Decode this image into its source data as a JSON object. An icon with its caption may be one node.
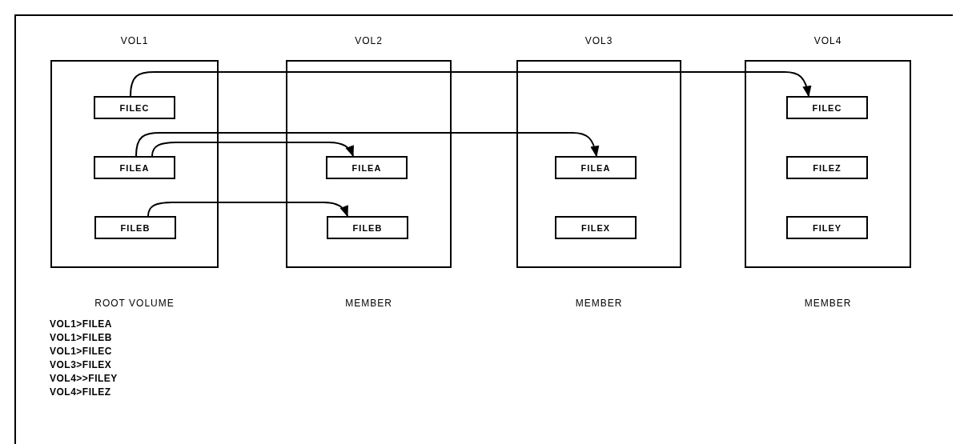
{
  "diagram": {
    "nodes": [
      {
        "text": [
          "VOL1"
        ],
        "beside": [
          "ROOT VOLUME"
        ]
      },
      {
        "text": [
          "FILEC"
        ],
        "in": 0
      },
      {
        "text": [
          "FILEA"
        ],
        "in": 0
      },
      {
        "text": [
          "FILEB"
        ],
        "in": 0
      },
      {
        "text": [
          "VOL2"
        ],
        "beside": [
          "MEMBER"
        ]
      },
      {
        "text": [
          "FILEA"
        ],
        "in": 4
      },
      {
        "text": [
          "FILEB"
        ],
        "in": 4
      },
      {
        "text": [
          "VOL3"
        ],
        "beside": [
          "MEMBER"
        ]
      },
      {
        "text": [
          "FILEA"
        ],
        "in": 7
      },
      {
        "text": [
          "FILEX"
        ],
        "in": 7
      },
      {
        "text": [
          "VOL4"
        ],
        "beside": [
          "MEMBER"
        ]
      },
      {
        "text": [
          "FILEC"
        ],
        "in": 10
      },
      {
        "text": [
          "FILEZ"
        ],
        "in": 10
      },
      {
        "text": [
          "FILEY"
        ],
        "in": 10
      }
    ],
    "edges": [
      {
        "from": 1,
        "to": 11,
        "arrow": "to"
      },
      {
        "from": 2,
        "to": 8,
        "arrow": "to"
      },
      {
        "from": 2,
        "to": 5,
        "arrow": "to"
      },
      {
        "from": 3,
        "to": 6,
        "arrow": "to"
      }
    ],
    "labels": [
      "VOL1>FILEA",
      "VOL1>FILEB",
      "VOL1>FILEC",
      "VOL3>FILEX",
      "VOL4>>FILEY",
      "VOL4>FILEZ"
    ]
  }
}
